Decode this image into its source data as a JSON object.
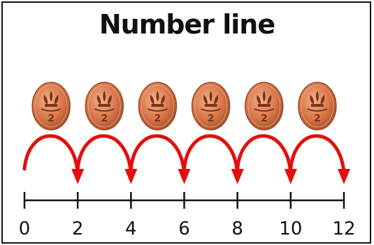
{
  "title": "Number line",
  "coin": {
    "count": 6,
    "denomination": "2",
    "colors": {
      "base": "#d9774a",
      "highlight": "#f2b08a",
      "shadow": "#9c4a26",
      "relief": "#7a3418"
    }
  },
  "jump_size": 2,
  "jumps": 6,
  "arrow_color": "#e30f0f",
  "axis": {
    "start": 0,
    "end": 12,
    "tick_labels": [
      "0",
      "2",
      "4",
      "6",
      "8",
      "10",
      "12"
    ],
    "color": "#111111"
  }
}
